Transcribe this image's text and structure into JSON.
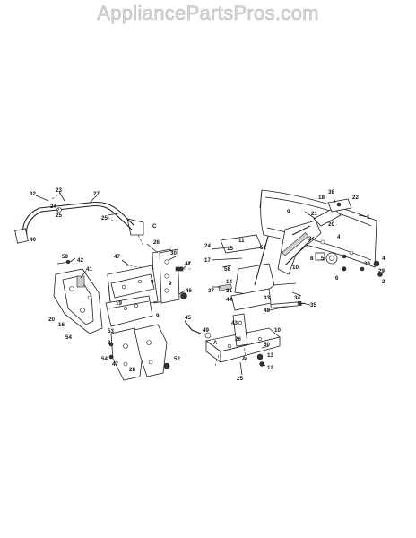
{
  "watermark": "AppliancePartsPros.com",
  "callouts": [
    {
      "id": "c32",
      "label": "32"
    },
    {
      "id": "c23",
      "label": "23"
    },
    {
      "id": "c27",
      "label": "27"
    },
    {
      "id": "c24a",
      "label": "24"
    },
    {
      "id": "c25a",
      "label": "25"
    },
    {
      "id": "c25b",
      "label": "25"
    },
    {
      "id": "c40",
      "label": "40"
    },
    {
      "id": "cC1",
      "label": "C"
    },
    {
      "id": "c26",
      "label": "26"
    },
    {
      "id": "c30",
      "label": "30"
    },
    {
      "id": "c59",
      "label": "59"
    },
    {
      "id": "c42",
      "label": "42"
    },
    {
      "id": "c41",
      "label": "41"
    },
    {
      "id": "c47a",
      "label": "47"
    },
    {
      "id": "c47b",
      "label": "47"
    },
    {
      "id": "c9a",
      "label": "9"
    },
    {
      "id": "c9b",
      "label": "9"
    },
    {
      "id": "c46",
      "label": "46"
    },
    {
      "id": "c19",
      "label": "19"
    },
    {
      "id": "c20a",
      "label": "20"
    },
    {
      "id": "c16",
      "label": "16"
    },
    {
      "id": "c54",
      "label": "54"
    },
    {
      "id": "c53",
      "label": "53"
    },
    {
      "id": "c8",
      "label": "8"
    },
    {
      "id": "c54b",
      "label": "54"
    },
    {
      "id": "c47c",
      "label": "47"
    },
    {
      "id": "c28",
      "label": "28"
    },
    {
      "id": "c52",
      "label": "52"
    },
    {
      "id": "c45",
      "label": "45"
    },
    {
      "id": "c49",
      "label": "49"
    },
    {
      "id": "c24b",
      "label": "24"
    },
    {
      "id": "c15",
      "label": "15"
    },
    {
      "id": "c11",
      "label": "11"
    },
    {
      "id": "c51",
      "label": "51"
    },
    {
      "id": "c17",
      "label": "17"
    },
    {
      "id": "c58",
      "label": "58"
    },
    {
      "id": "c14",
      "label": "14"
    },
    {
      "id": "c37",
      "label": "37"
    },
    {
      "id": "c31",
      "label": "31"
    },
    {
      "id": "c44",
      "label": "44"
    },
    {
      "id": "c33",
      "label": "33"
    },
    {
      "id": "c48",
      "label": "48"
    },
    {
      "id": "c43",
      "label": "43"
    },
    {
      "id": "c10a",
      "label": "10"
    },
    {
      "id": "c10b",
      "label": "10"
    },
    {
      "id": "c26b",
      "label": "26"
    },
    {
      "id": "c50",
      "label": "50"
    },
    {
      "id": "c13",
      "label": "13"
    },
    {
      "id": "c12",
      "label": "12"
    },
    {
      "id": "c25c",
      "label": "25"
    },
    {
      "id": "cA1",
      "label": "A"
    },
    {
      "id": "cA2",
      "label": "A"
    },
    {
      "id": "c9c",
      "label": "9"
    },
    {
      "id": "c21",
      "label": "21"
    },
    {
      "id": "c20b",
      "label": "20"
    },
    {
      "id": "c4a",
      "label": "4"
    },
    {
      "id": "c38",
      "label": "38"
    },
    {
      "id": "c18",
      "label": "18"
    },
    {
      "id": "c22",
      "label": "22"
    },
    {
      "id": "c1",
      "label": "1"
    },
    {
      "id": "c3",
      "label": "3"
    },
    {
      "id": "c5",
      "label": "5"
    },
    {
      "id": "c6",
      "label": "6"
    },
    {
      "id": "c7",
      "label": "7"
    },
    {
      "id": "c8b",
      "label": "8"
    },
    {
      "id": "c4b",
      "label": "4"
    },
    {
      "id": "c2",
      "label": "2"
    },
    {
      "id": "c34",
      "label": "34"
    },
    {
      "id": "c35",
      "label": "35"
    },
    {
      "id": "c29",
      "label": "29"
    },
    {
      "id": "c9d",
      "label": "9"
    },
    {
      "id": "c39",
      "label": "39"
    }
  ]
}
